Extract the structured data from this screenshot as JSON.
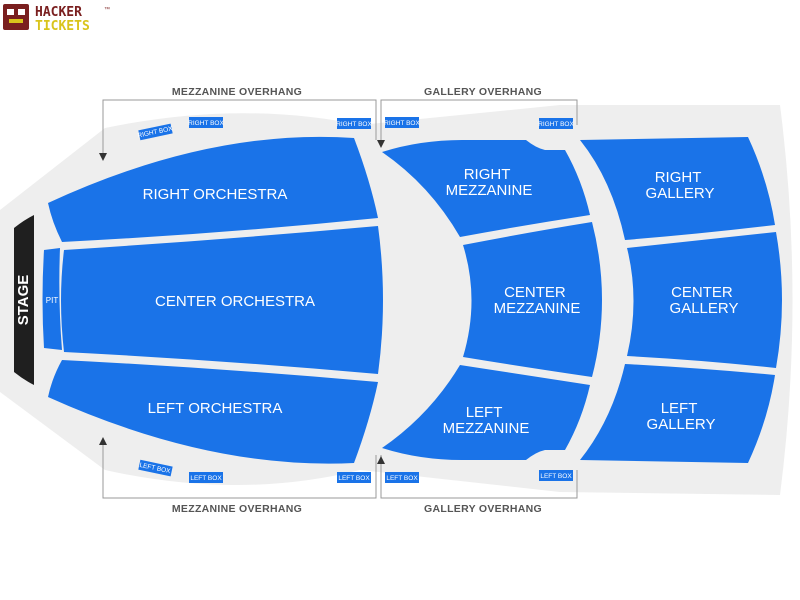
{
  "logo": {
    "word1": "HACKER",
    "word2": "TICKETS",
    "tm": "™"
  },
  "stage": {
    "label": "STAGE",
    "pit": "PIT"
  },
  "orchestra": {
    "right": "RIGHT ORCHESTRA",
    "center": "CENTER ORCHESTRA",
    "left": "LEFT ORCHESTRA"
  },
  "mezzanine": {
    "right": [
      "RIGHT",
      "MEZZANINE"
    ],
    "center": [
      "CENTER",
      "MEZZANINE"
    ],
    "left": [
      "LEFT",
      "MEZZANINE"
    ]
  },
  "gallery": {
    "right": [
      "RIGHT",
      "GALLERY"
    ],
    "center": [
      "CENTER",
      "GALLERY"
    ],
    "left": [
      "LEFT",
      "GALLERY"
    ]
  },
  "boxes": {
    "right": "RIGHT BOX",
    "left": "LEFT BOX"
  },
  "overhangs": {
    "mezzanine": "MEZZANINE OVERHANG",
    "gallery": "GALLERY OVERHANG"
  },
  "colors": {
    "seat": "#1a73e8",
    "venue_bg": "#eeeeee",
    "stage": "#1f1f1f",
    "logo_red": "#7a1f1f",
    "logo_yellow": "#d9c41c"
  }
}
